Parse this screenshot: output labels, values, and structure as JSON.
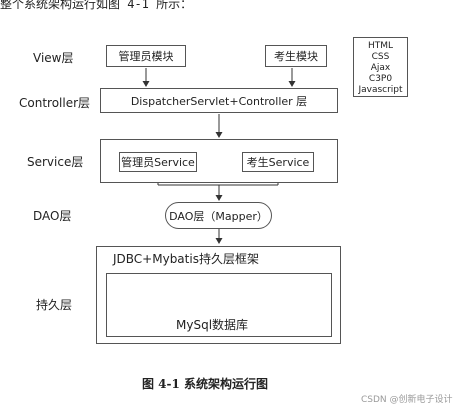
{
  "intro_text": "整个系统架构运行如图 4-1 所示：",
  "layers": {
    "view": "View层",
    "controller": "Controller层",
    "service": "Service层",
    "dao": "DAO层",
    "persistence": "持久层"
  },
  "view_modules": [
    "管理员模块",
    "考生模块"
  ],
  "tech_list": [
    "HTML",
    "CSS",
    "Ajax",
    "C3P0",
    "Javascript"
  ],
  "controller_box": "DispatcherServlet+Controller 层",
  "service_modules": [
    "管理员Service",
    "考生Service"
  ],
  "dao_box": "DAO层（Mapper）",
  "persistence_title": "JDBC+Mybatis持久层框架",
  "database_label": "MySql数据库",
  "caption": "图 4-1 系统架构运行图",
  "watermark": "CSDN @创新电子设计"
}
